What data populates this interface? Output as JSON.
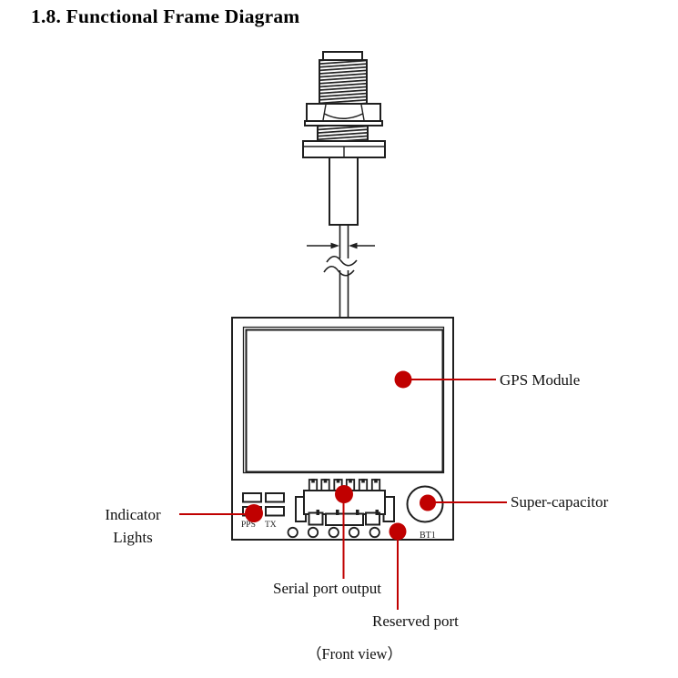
{
  "page": {
    "title": "1.8. Functional Frame Diagram",
    "caption": "（Front view）"
  },
  "labels": {
    "gps_module": "GPS Module",
    "super_capacitor": "Super-capacitor",
    "indicator_line1": "Indicator",
    "indicator_line2": "Lights",
    "serial_port": "Serial port output",
    "reserved_port": "Reserved port"
  },
  "board_text": {
    "pps": "PPS",
    "tx": "TX",
    "bt1": "BT1"
  },
  "colors": {
    "callout_red": "#c00000",
    "line_black": "#1f1f1f",
    "background": "#ffffff"
  }
}
